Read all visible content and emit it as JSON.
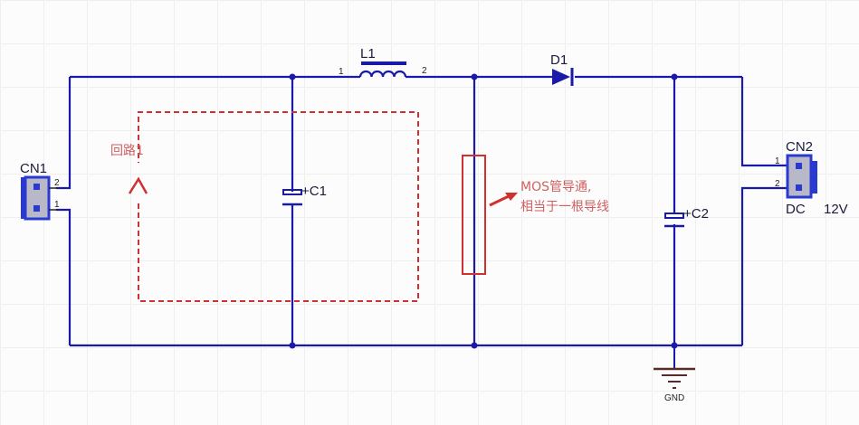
{
  "components": {
    "cn1": {
      "ref": "CN1",
      "pin1": "1",
      "pin2": "2"
    },
    "l1": {
      "ref": "L1",
      "pin1": "1",
      "pin2": "2"
    },
    "d1": {
      "ref": "D1"
    },
    "c1": {
      "ref": "C1",
      "polarity": "+"
    },
    "c2": {
      "ref": "C2",
      "polarity": "+"
    },
    "cn2": {
      "ref": "CN2",
      "pin1": "1",
      "pin2": "2",
      "type": "DC",
      "voltage": "12V"
    },
    "gnd": {
      "ref": "GND"
    }
  },
  "annotations": {
    "loop_label": "回路1",
    "mos_note_line1": "MOS管导通,",
    "mos_note_line2": "相当于一根导线"
  },
  "colors": {
    "wire": "#1a1aa8",
    "annotation": "#d03030",
    "connector_body": "#b8b8c8"
  }
}
